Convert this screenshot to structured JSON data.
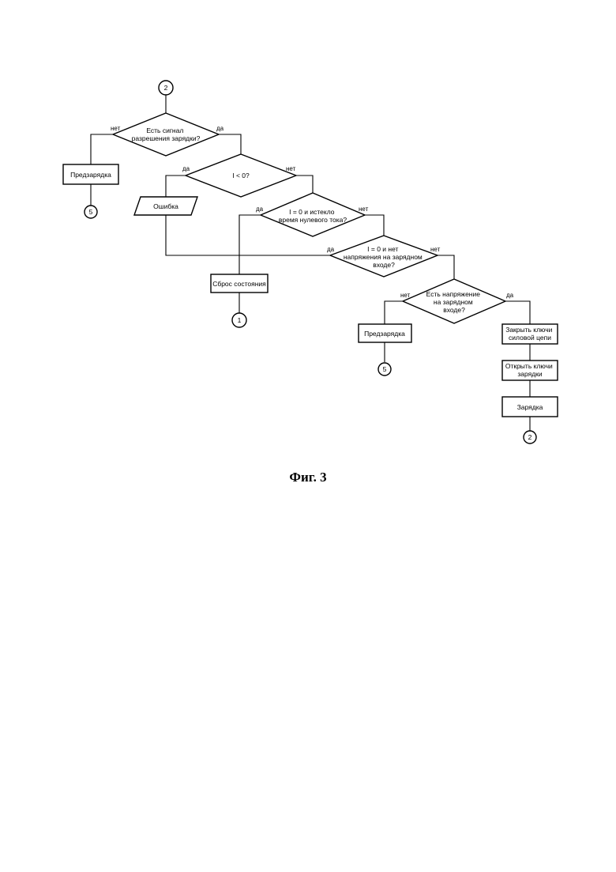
{
  "caption": "Фиг. 3",
  "connectors": {
    "top": "2",
    "pre_left": "5",
    "reset": "1",
    "pre_mid": "5",
    "end": "2"
  },
  "decisions": {
    "d1": [
      "Есть сигнал",
      "разрешения зарядки?"
    ],
    "d2": [
      "I < 0?"
    ],
    "d3": [
      "I = 0 и истекло",
      "время нулевого тока?"
    ],
    "d4": [
      "I = 0 и нет",
      "напряжения на зарядном",
      "входе?"
    ],
    "d5": [
      "Есть напряжение",
      "на зарядном",
      "входе?"
    ]
  },
  "processes": {
    "pre_left": [
      "Предзарядка"
    ],
    "error": [
      "Ошибка"
    ],
    "reset": [
      "Сброс состояния"
    ],
    "pre_mid": [
      "Предзарядка"
    ],
    "close_keys": [
      "Закрыть ключи",
      "силовой цепи"
    ],
    "open_keys": [
      "Открыть ключи",
      "зарядки"
    ],
    "charge": [
      "Зарядка"
    ]
  },
  "branch_labels": {
    "d1_no": "нет",
    "d1_yes": "да",
    "d2_yes": "да",
    "d2_no": "нет",
    "d3_yes": "да",
    "d3_no": "нет",
    "d4_yes": "да",
    "d4_no": "нет",
    "d5_no": "нет",
    "d5_yes": "да"
  }
}
